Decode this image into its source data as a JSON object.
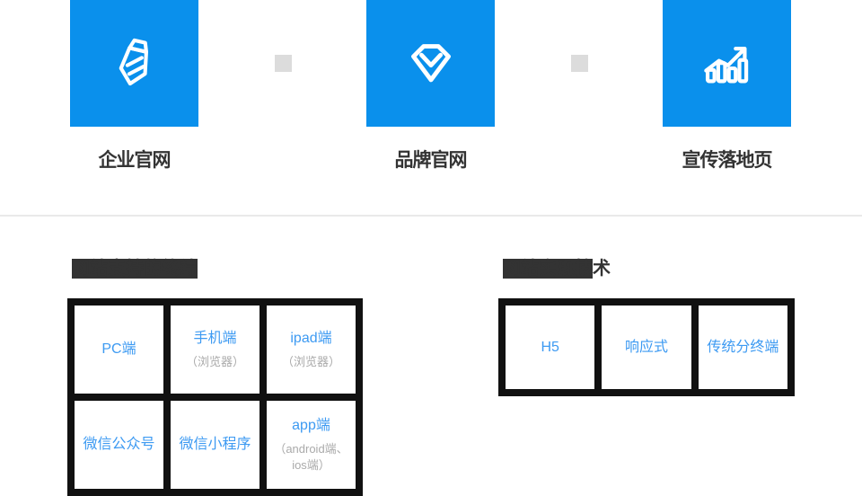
{
  "colors": {
    "accent_blue": "#0a90ec",
    "connector_gray": "#dcdcdc",
    "heading_dark": "#333333",
    "cell_text_blue": "#3d9af2",
    "cell_text_gray": "#aaaaaa",
    "table_border_black": "#111111",
    "divider_gray": "#e9e9e9"
  },
  "features": {
    "items": [
      {
        "label": "企业官网",
        "icon": "tie-icon"
      },
      {
        "label": "品牌官网",
        "icon": "diamond-icon"
      },
      {
        "label": "宣传落地页",
        "icon": "growth-chart-icon"
      }
    ]
  },
  "terminals": {
    "heading": "网站支持的终端",
    "cells": [
      {
        "title": "PC端"
      },
      {
        "title": "手机端",
        "subtitle": "（浏览器）"
      },
      {
        "title": "ipad端",
        "subtitle": "（浏览器）"
      },
      {
        "title": "微信公众号"
      },
      {
        "title": "微信小程序"
      },
      {
        "title": "app端",
        "subtitle": "（android端、ios端）"
      }
    ]
  },
  "technologies": {
    "heading_obscured": "网站实现技",
    "heading_visible": "术",
    "cells": [
      {
        "title": "H5"
      },
      {
        "title": "响应式"
      },
      {
        "title": "传统分终端"
      }
    ]
  }
}
